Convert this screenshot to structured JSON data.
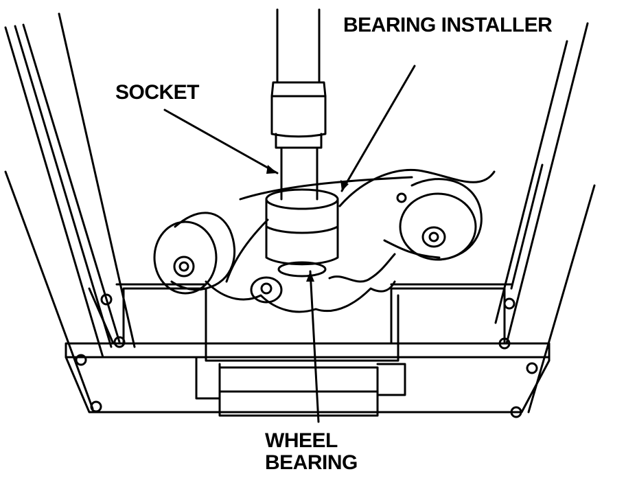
{
  "labels": {
    "bearing_installer": "BEARING INSTALLER",
    "socket": "SOCKET",
    "wheel_bearing_line1": "WHEEL",
    "wheel_bearing_line2": "BEARING"
  },
  "colors": {
    "ink": "#000000",
    "paper": "#ffffff"
  }
}
